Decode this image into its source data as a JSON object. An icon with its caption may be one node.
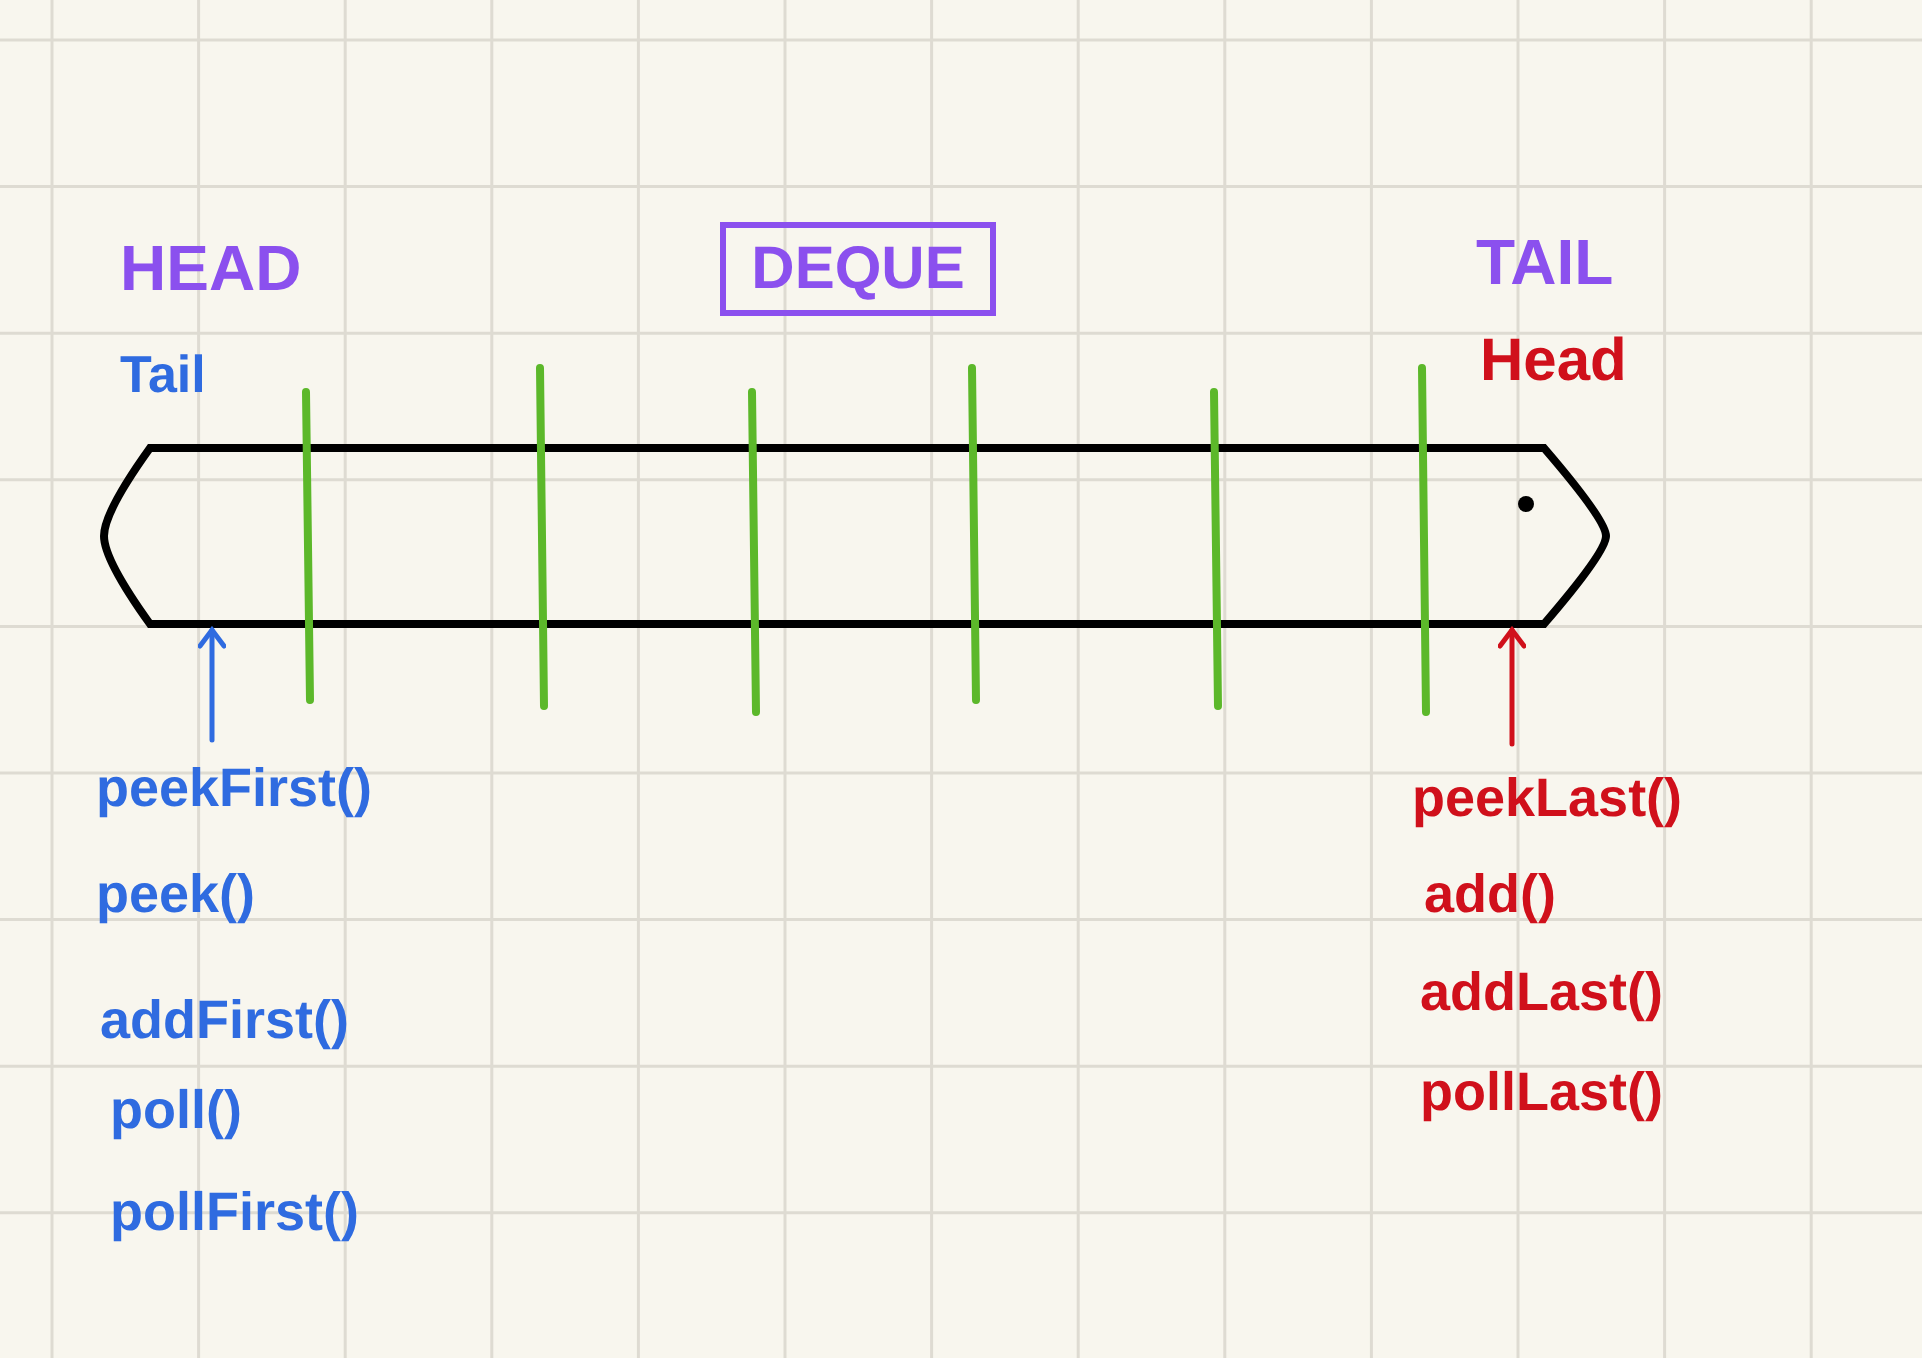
{
  "diagram": {
    "nodes": [
      {
        "text": [
          "DEQUE"
        ]
      },
      {
        "text": [],
        "shape": "bar"
      }
    ],
    "edges": [
      {
        "from": null,
        "to": 1,
        "arrow": "to",
        "color": "#2f6be0"
      },
      {
        "from": null,
        "to": 1,
        "arrow": "to",
        "color": "#d0101b"
      }
    ],
    "labels": [
      "HEAD",
      "Tail",
      "TAIL",
      "Head",
      "peekFirst()",
      "peek()",
      "addFirst()",
      "poll()",
      "pollFirst()",
      "peekLast()",
      "add()",
      "addLast()",
      "pollLast()"
    ]
  }
}
